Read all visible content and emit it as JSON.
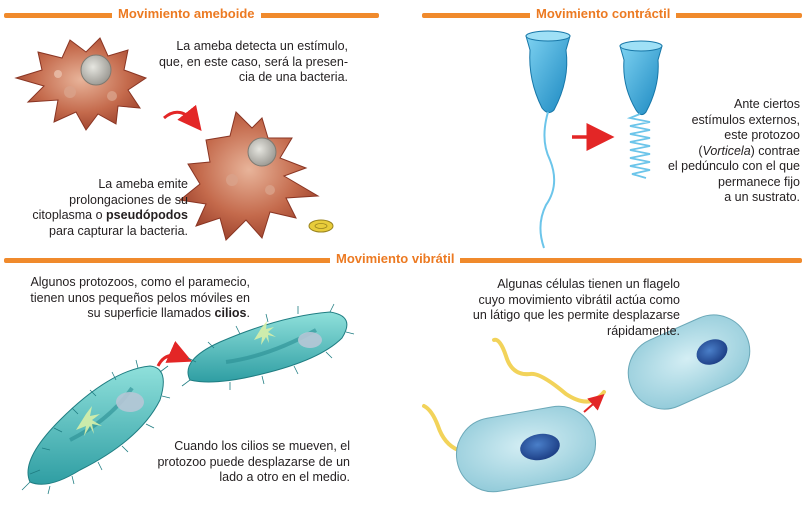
{
  "sections": {
    "ameboide": {
      "title": "Movimiento ameboide",
      "text1": "La ameba detecta un estímulo, que, en este caso, será la presencia de una bacteria.",
      "text1_lines": [
        "La ameba detecta un estímulo,",
        "que, en este caso, será la presen-",
        "cia de una bacteria."
      ],
      "text2_lines": [
        "La ameba emite",
        "prolongaciones de su"
      ],
      "text2_prefix": "citoplasma o ",
      "text2_bold": "pseudópodos",
      "text2_last": "para capturar la bacteria."
    },
    "contractil": {
      "title": "Movimiento contráctil",
      "lines_before": [
        "Ante ciertos",
        "estímulos externos,",
        "este protozoo"
      ],
      "paren_open": "(",
      "italic": "Vorticela",
      "paren_rest": ") contrae",
      "lines_after": [
        "el pedúnculo con el que",
        "permanece fijo",
        "a un sustrato."
      ]
    },
    "vibratil": {
      "title": "Movimiento vibrátil",
      "para1_lines": [
        "Algunos protozoos, como el paramecio,",
        "tienen unos pequeños pelos móviles en"
      ],
      "para1_prefix": "su superficie llamados ",
      "para1_bold": "cilios",
      "para1_suffix": ".",
      "para2_lines": [
        "Cuando los cilios se mueven, el",
        "protozoo puede desplazarse de un",
        "lado a otro en el medio."
      ],
      "para3_lines": [
        "Algunas células tienen un flagelo",
        "cuyo movimiento vibrátil actúa como",
        "un látigo que les permite desplazarse",
        "rápidamente."
      ]
    }
  },
  "colors": {
    "accent": "#f08a2c",
    "title": "#ec7a22",
    "arrow": "#e32626",
    "amoeba": "#b5553a",
    "vorticella": "#2fa6d8",
    "paramecium": "#56c2c1",
    "bacterium": "#a9dbe6",
    "flagellum": "#f2d35a"
  }
}
